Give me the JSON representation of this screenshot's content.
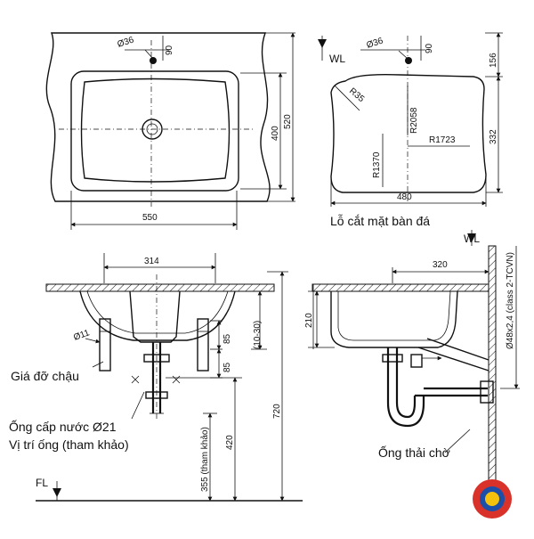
{
  "plan": {
    "faucet_hole": "Ø36",
    "faucet_offset": "90",
    "bowl_depth": "400",
    "total_depth": "520",
    "width": "550"
  },
  "cutout": {
    "water_level": "WL",
    "faucet_hole": "Ø36",
    "faucet_offset": "90",
    "back_offset": "156",
    "depth": "332",
    "width": "480",
    "r_corner": "R35",
    "r_side": "R2058",
    "r_front": "R1723",
    "r_back": "R1370",
    "caption": "Lỗ cắt mặt bàn đá"
  },
  "front": {
    "width": "314",
    "bolt": "Ø11",
    "bracket_a": "85",
    "bracket_b": "85",
    "adjust": "(10-30)",
    "height_720": "720",
    "height_420": "420",
    "supply_height": "355 (tham khảo)",
    "floor_level": "FL",
    "bracket_caption": "Giá đỡ chậu",
    "supply_caption": "Ống cấp nước Ø21",
    "position_caption": "Vị trí ống (tham khảo)"
  },
  "side": {
    "water_level": "WL",
    "depth": "320",
    "height": "210",
    "pipe_spec": "Ø48x2,4 (class 2-TCVN)",
    "trap_caption": "Ống thải chờ"
  }
}
